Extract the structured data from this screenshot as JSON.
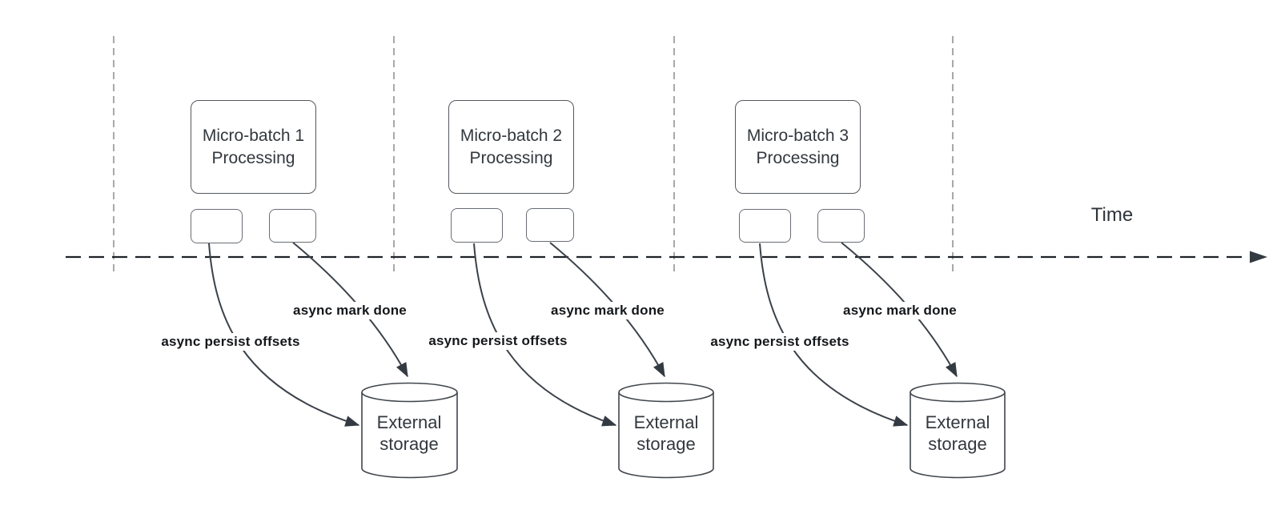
{
  "time_axis": {
    "label": "Time"
  },
  "batches": [
    {
      "process_label": "Micro-batch 1\nProcessing",
      "persist_label": "async persist offsets",
      "done_label": "async mark done",
      "storage_label": "External\nstorage"
    },
    {
      "process_label": "Micro-batch 2\nProcessing",
      "persist_label": "async persist offsets",
      "done_label": "async mark done",
      "storage_label": "External\nstorage"
    },
    {
      "process_label": "Micro-batch 3\nProcessing",
      "persist_label": "async persist offsets",
      "done_label": "async mark done",
      "storage_label": "External\nstorage"
    }
  ],
  "colors": {
    "background": "#ffffff",
    "shape_border": "#54595f",
    "shape_text": "#33383e",
    "annotation_text": "#14171a",
    "arrow_line": "#3c424a",
    "axis_line": "#1f2329",
    "guide_line": "#a8a8a8"
  }
}
